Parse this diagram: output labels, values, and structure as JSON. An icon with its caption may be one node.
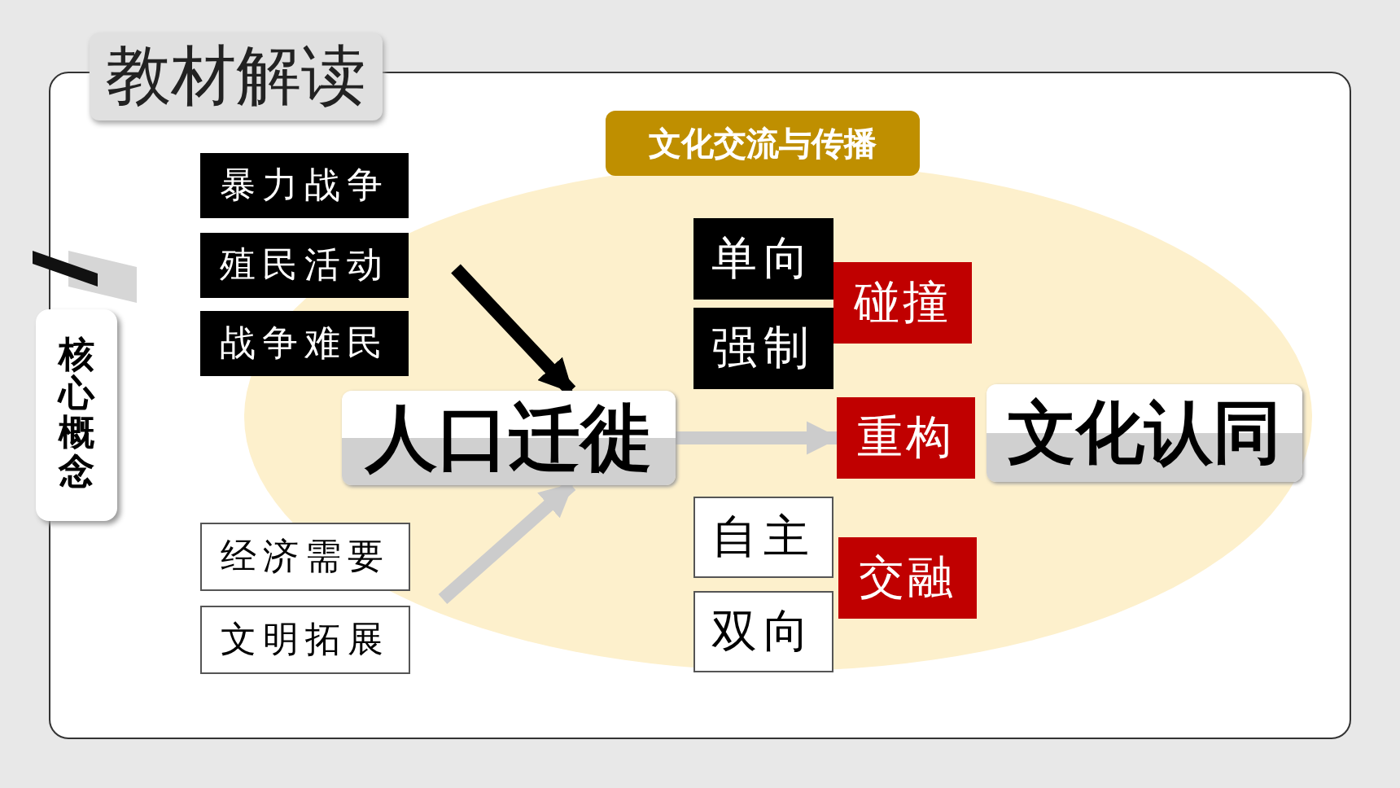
{
  "diagram": {
    "title": "教材解读",
    "nodes": [
      {
        "text": [
          "核心概念"
        ]
      },
      {
        "text": [
          "暴力战争"
        ]
      },
      {
        "text": [
          "殖民活动"
        ]
      },
      {
        "text": [
          "战争难民"
        ]
      },
      {
        "text": [
          "经济需要"
        ]
      },
      {
        "text": [
          "文明拓展"
        ]
      },
      {
        "text": [
          "人口迁徙"
        ]
      },
      {
        "text": [
          "单向"
        ]
      },
      {
        "text": [
          "强制"
        ]
      },
      {
        "text": [
          "碰撞"
        ]
      },
      {
        "text": [
          "重构"
        ]
      },
      {
        "text": [
          "文化认同"
        ]
      },
      {
        "text": [
          "自主"
        ]
      },
      {
        "text": [
          "双向"
        ]
      },
      {
        "text": [
          "交融"
        ]
      }
    ],
    "edges": [
      {
        "from": null,
        "to": 6,
        "arrow": "to",
        "color": "#000000"
      },
      {
        "from": null,
        "to": 6,
        "arrow": "to"
      },
      {
        "from": 6,
        "to": 10,
        "arrow": "to"
      }
    ],
    "labels": [
      "文化交流与传播"
    ]
  }
}
